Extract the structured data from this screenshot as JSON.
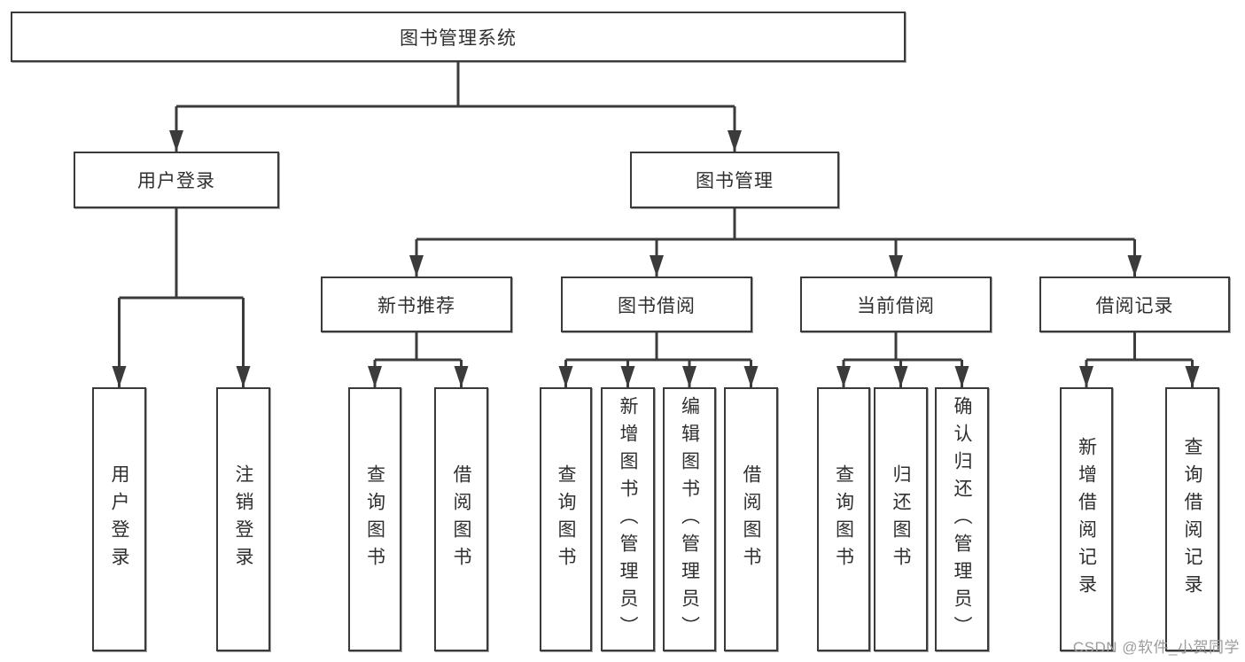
{
  "diagram": {
    "title": "图书管理系统",
    "line_color": "#3b3b3b",
    "text_color": "#2f2f2f",
    "branches": [
      {
        "label": "用户登录",
        "children": [
          "用户登录",
          "注销登录"
        ]
      },
      {
        "label": "图书管理",
        "groups": [
          {
            "label": "新书推荐",
            "children": [
              "查询图书",
              "借阅图书"
            ]
          },
          {
            "label": "图书借阅",
            "children": [
              "查询图书",
              "新增图书（管理员）",
              "编辑图书（管理员）",
              "借阅图书"
            ]
          },
          {
            "label": "当前借阅",
            "children": [
              "查询图书",
              "归还图书",
              "确认归还（管理员）"
            ]
          },
          {
            "label": "借阅记录",
            "children": [
              "新增借阅记录",
              "查询借阅记录"
            ]
          }
        ]
      }
    ]
  },
  "watermark": "CSDN @软件_小贺同学"
}
